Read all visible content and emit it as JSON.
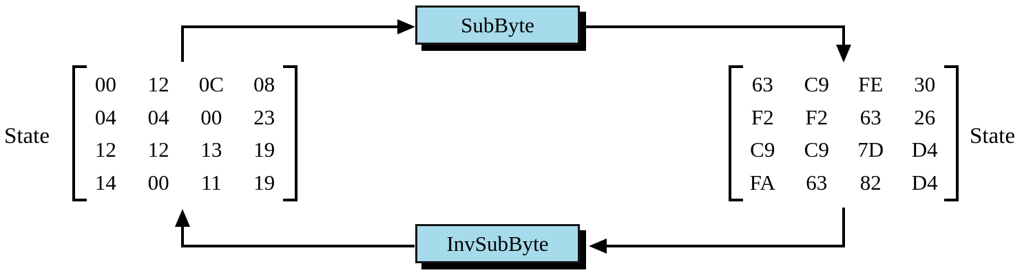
{
  "left_state": {
    "label": "State",
    "matrix": [
      [
        "00",
        "12",
        "0C",
        "08"
      ],
      [
        "04",
        "04",
        "00",
        "23"
      ],
      [
        "12",
        "12",
        "13",
        "19"
      ],
      [
        "14",
        "00",
        "11",
        "19"
      ]
    ]
  },
  "right_state": {
    "label": "State",
    "matrix": [
      [
        "63",
        "C9",
        "FE",
        "30"
      ],
      [
        "F2",
        "F2",
        "63",
        "26"
      ],
      [
        "C9",
        "C9",
        "7D",
        "D4"
      ],
      [
        "FA",
        "63",
        "82",
        "D4"
      ]
    ]
  },
  "top_box": {
    "label": "SubByte"
  },
  "bottom_box": {
    "label": "InvSubByte"
  },
  "colors": {
    "box_fill": "#a6dbeb",
    "box_border": "#141414",
    "box_shadow": "#000000",
    "arrow": "#000000"
  }
}
